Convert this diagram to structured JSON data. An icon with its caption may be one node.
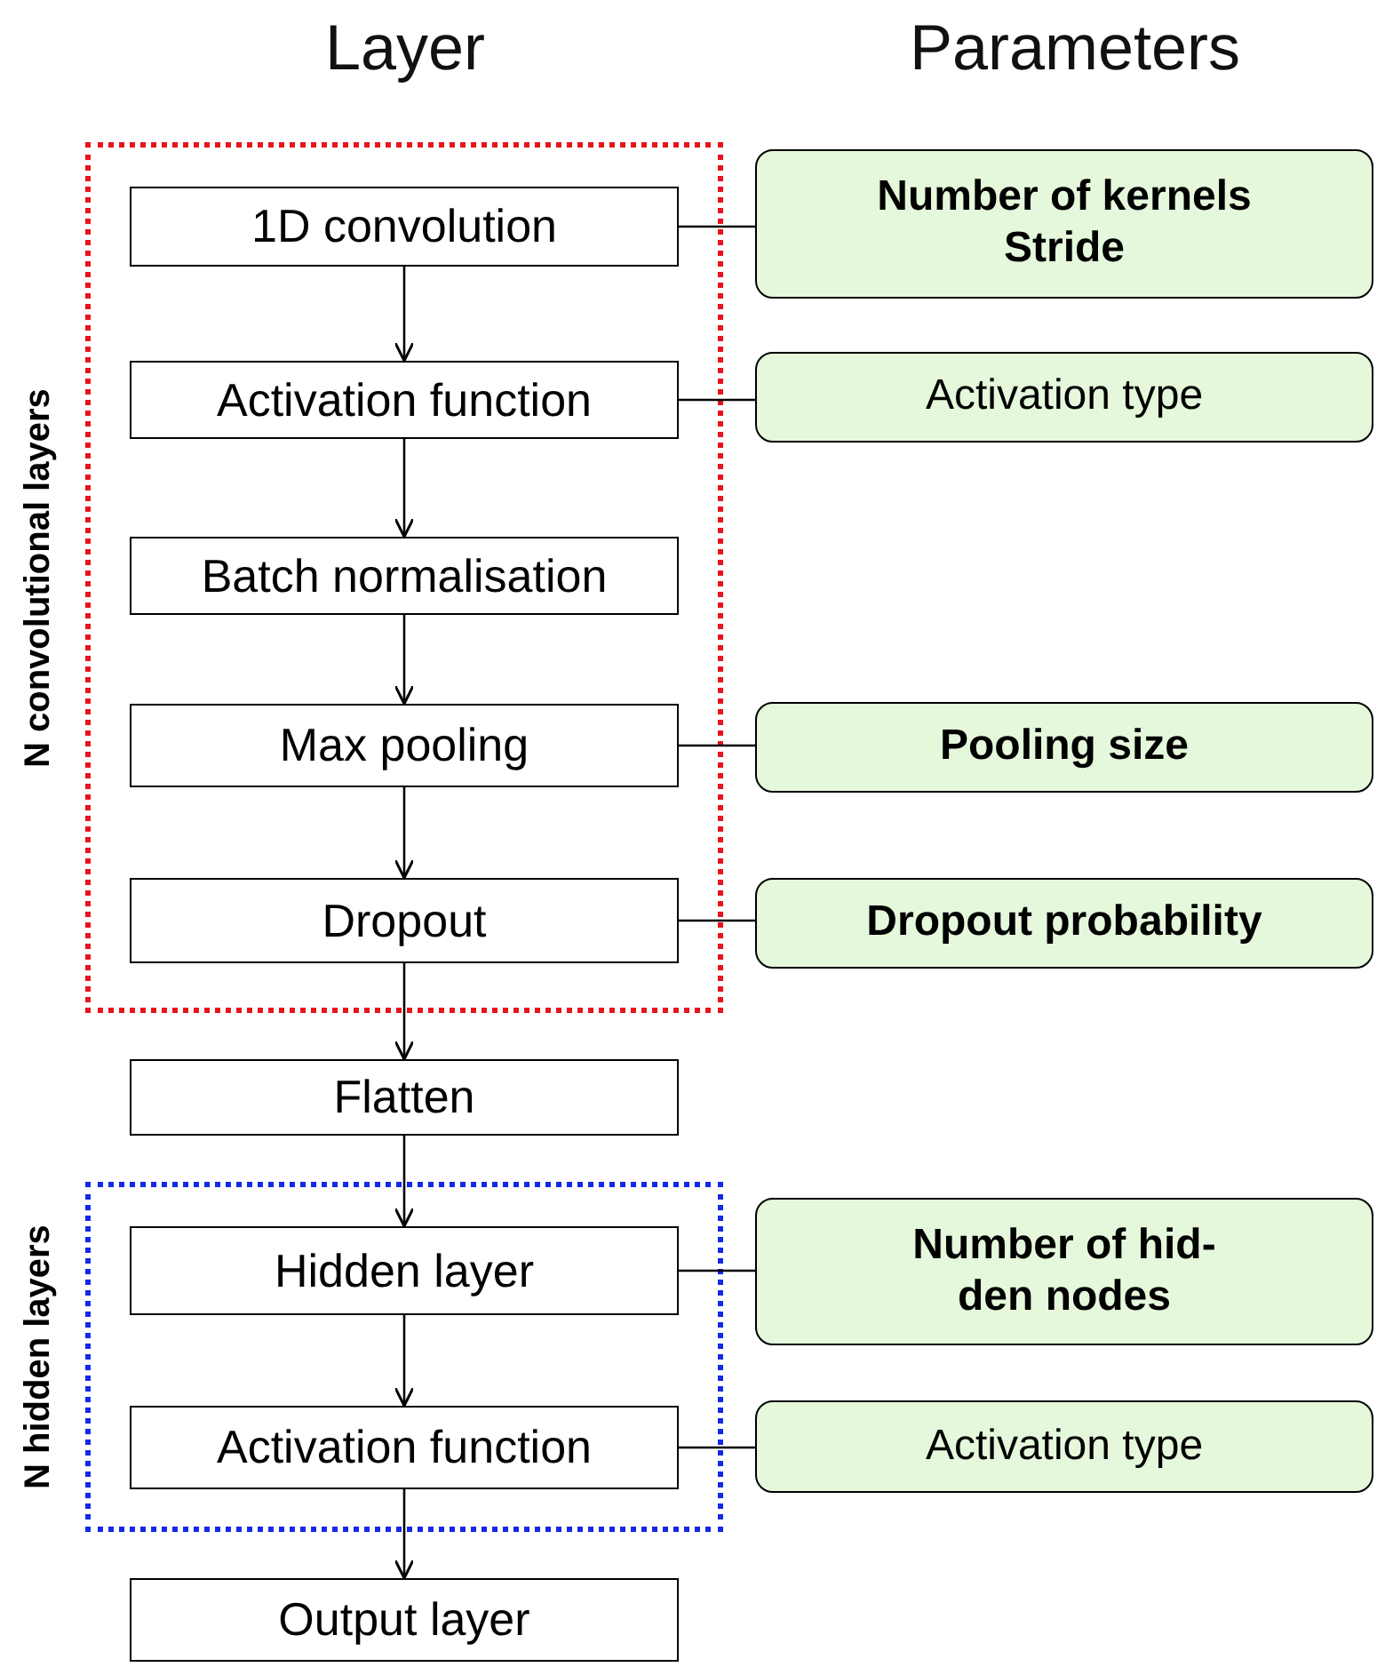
{
  "diagram": {
    "nodes": [
      {
        "text": [
          "N convolutional layers"
        ]
      },
      {
        "text": [
          "1D convolution"
        ],
        "in": 0
      },
      {
        "text": [
          "Activation function"
        ],
        "in": 0
      },
      {
        "text": [
          "Batch normalisation"
        ],
        "in": 0
      },
      {
        "text": [
          "Max pooling"
        ],
        "in": 0
      },
      {
        "text": [
          "Dropout"
        ],
        "in": 0
      },
      {
        "text": [
          "Flatten"
        ]
      },
      {
        "text": [
          "N hidden layers"
        ]
      },
      {
        "text": [
          "Hidden layer"
        ],
        "in": 7
      },
      {
        "text": [
          "Activation function"
        ],
        "in": 7
      },
      {
        "text": [
          "Output layer"
        ]
      },
      {
        "text": [
          "Number of kernels",
          "Stride"
        ]
      },
      {
        "text": [
          "Activation type"
        ]
      },
      {
        "text": [
          "Pooling size"
        ]
      },
      {
        "text": [
          "Dropout probability"
        ]
      },
      {
        "text": [
          "Number of hid- den nodes"
        ]
      },
      {
        "text": [
          "Activation type"
        ]
      }
    ],
    "edges": [
      {
        "from": 1,
        "to": 2,
        "arrow": "to"
      },
      {
        "from": 2,
        "to": 3,
        "arrow": "to"
      },
      {
        "from": 3,
        "to": 4,
        "arrow": "to"
      },
      {
        "from": 4,
        "to": 5,
        "arrow": "to"
      },
      {
        "from": 5,
        "to": 6,
        "arrow": "to"
      },
      {
        "from": 6,
        "to": 8,
        "arrow": "to"
      },
      {
        "from": 8,
        "to": 9,
        "arrow": "to"
      },
      {
        "from": 9,
        "to": 10,
        "arrow": "to"
      },
      {
        "from": 1,
        "to": 11,
        "arrow": "none"
      },
      {
        "from": 2,
        "to": 12,
        "arrow": "none"
      },
      {
        "from": 4,
        "to": 13,
        "arrow": "none"
      },
      {
        "from": 5,
        "to": 14,
        "arrow": "none"
      },
      {
        "from": 8,
        "to": 15,
        "arrow": "none"
      },
      {
        "from": 9,
        "to": 16,
        "arrow": "none"
      }
    ],
    "labels": [
      "Layer",
      "Parameters"
    ]
  }
}
